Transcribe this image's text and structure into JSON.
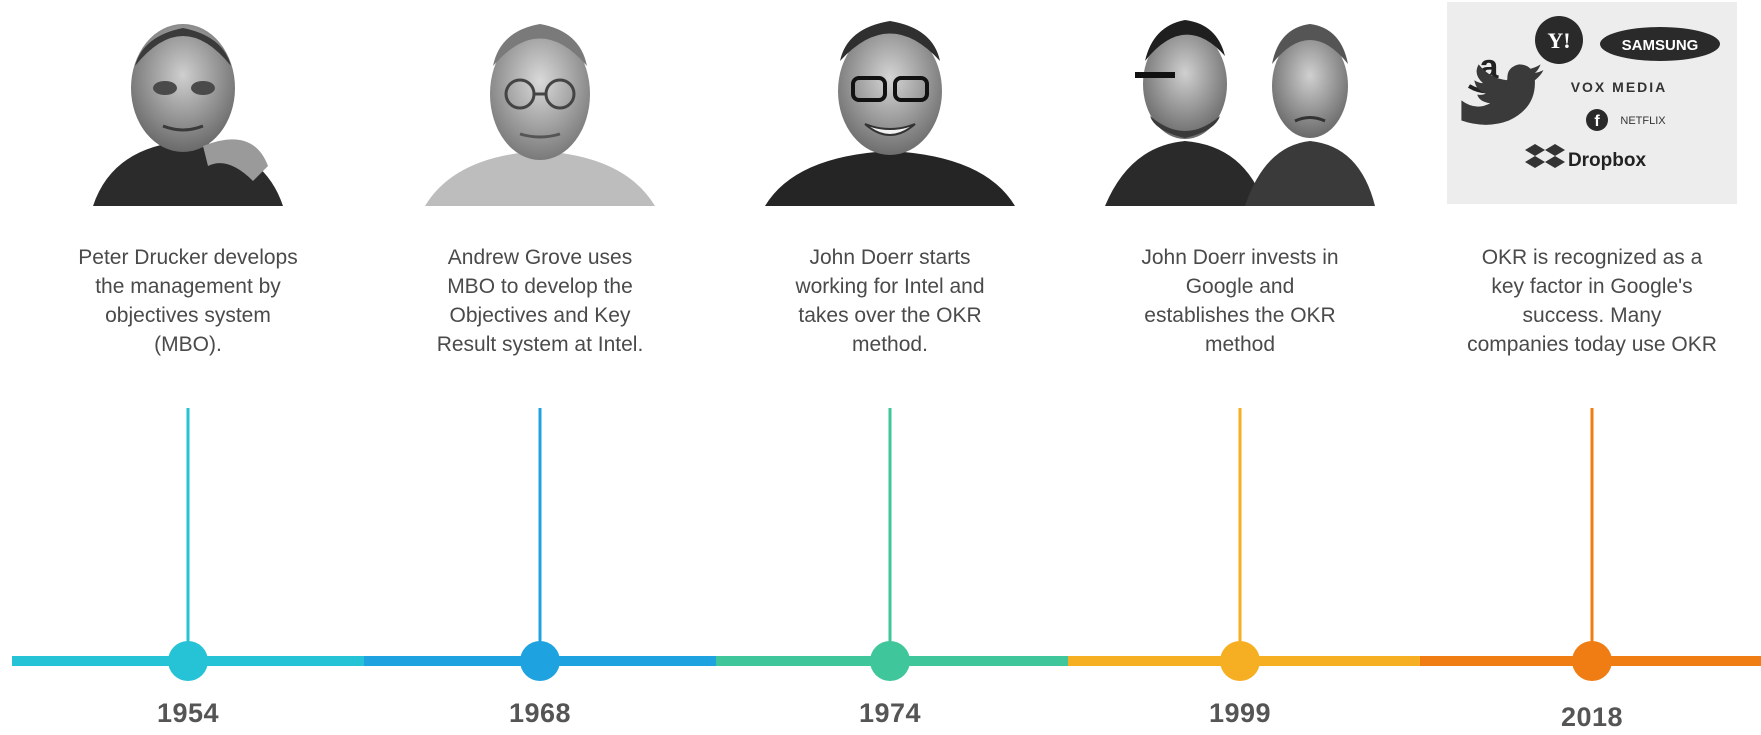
{
  "timeline": [
    {
      "year": "1954",
      "text_lines": [
        "Peter Drucker develops",
        "the management  by",
        "objectives system",
        "(MBO)."
      ],
      "color": "#26c2d6",
      "photo_icon": "portrait-photo-peter-drucker"
    },
    {
      "year": "1968",
      "text_lines": [
        "Andrew  Grove uses",
        "MBO to develop the",
        "Objectives and Key",
        "Result system at Intel."
      ],
      "color": "#1ea3e0",
      "photo_icon": "portrait-photo-andrew-grove"
    },
    {
      "year": "1974",
      "text_lines": [
        "John Doerr starts",
        "working  for Intel and",
        "takes over the OKR",
        "method."
      ],
      "color": "#3fc69a",
      "photo_icon": "portrait-photo-john-doerr"
    },
    {
      "year": "1999",
      "text_lines": [
        "John Doerr invests in",
        "Google and",
        "establishes the OKR",
        "method"
      ],
      "color": "#f6ae22",
      "photo_icon": "portrait-photo-google-founders"
    },
    {
      "year": "2018",
      "text_lines": [
        "OKR is recognized  as a",
        "key factor in Google's",
        "success. Many",
        "companies  today use OKR"
      ],
      "color": "#f07d14",
      "photo_icon": "company-logos-collage"
    }
  ],
  "logos": {
    "yahoo": "Y!",
    "samsung": "SAMSUNG",
    "amazon": "a",
    "vox_media": "VOX MEDIA",
    "netflix": "NETFLIX",
    "facebook": "f",
    "dropbox": "Dropbox"
  },
  "track_colors": [
    "#26c2d6",
    "#1ea3e0",
    "#3fc69a",
    "#f6ae22",
    "#f07d14"
  ]
}
